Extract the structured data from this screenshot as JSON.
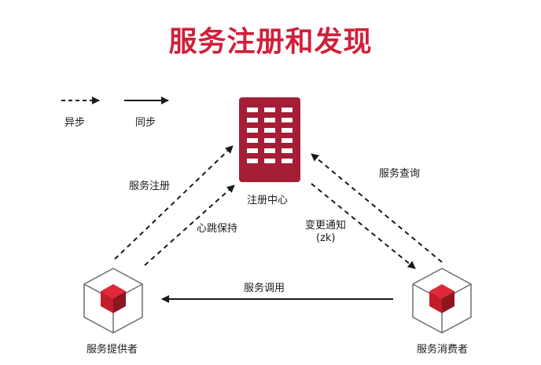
{
  "title": "服务注册和发现",
  "legend": {
    "async_label": "异步",
    "sync_label": "同步"
  },
  "nodes": {
    "registry": {
      "label": "注册中心",
      "icon": "server-rack-icon"
    },
    "provider": {
      "label": "服务提供者",
      "icon": "cube-icon"
    },
    "consumer": {
      "label": "服务消费者",
      "icon": "cube-icon"
    }
  },
  "edges": {
    "register": {
      "label": "服务注册",
      "style": "async"
    },
    "heartbeat": {
      "label": "心跳保持",
      "style": "async"
    },
    "query": {
      "label": "服务查询",
      "style": "async"
    },
    "notify": {
      "label": "变更通知",
      "sublabel": "(zk)",
      "style": "async"
    },
    "invoke": {
      "label": "服务调用",
      "style": "sync"
    }
  },
  "colors": {
    "title": "#d11f3a",
    "server": "#a61d36",
    "cube_red": "#c41d2a",
    "line": "#1a1a1a",
    "cube_outline": "#6f6f6f"
  }
}
